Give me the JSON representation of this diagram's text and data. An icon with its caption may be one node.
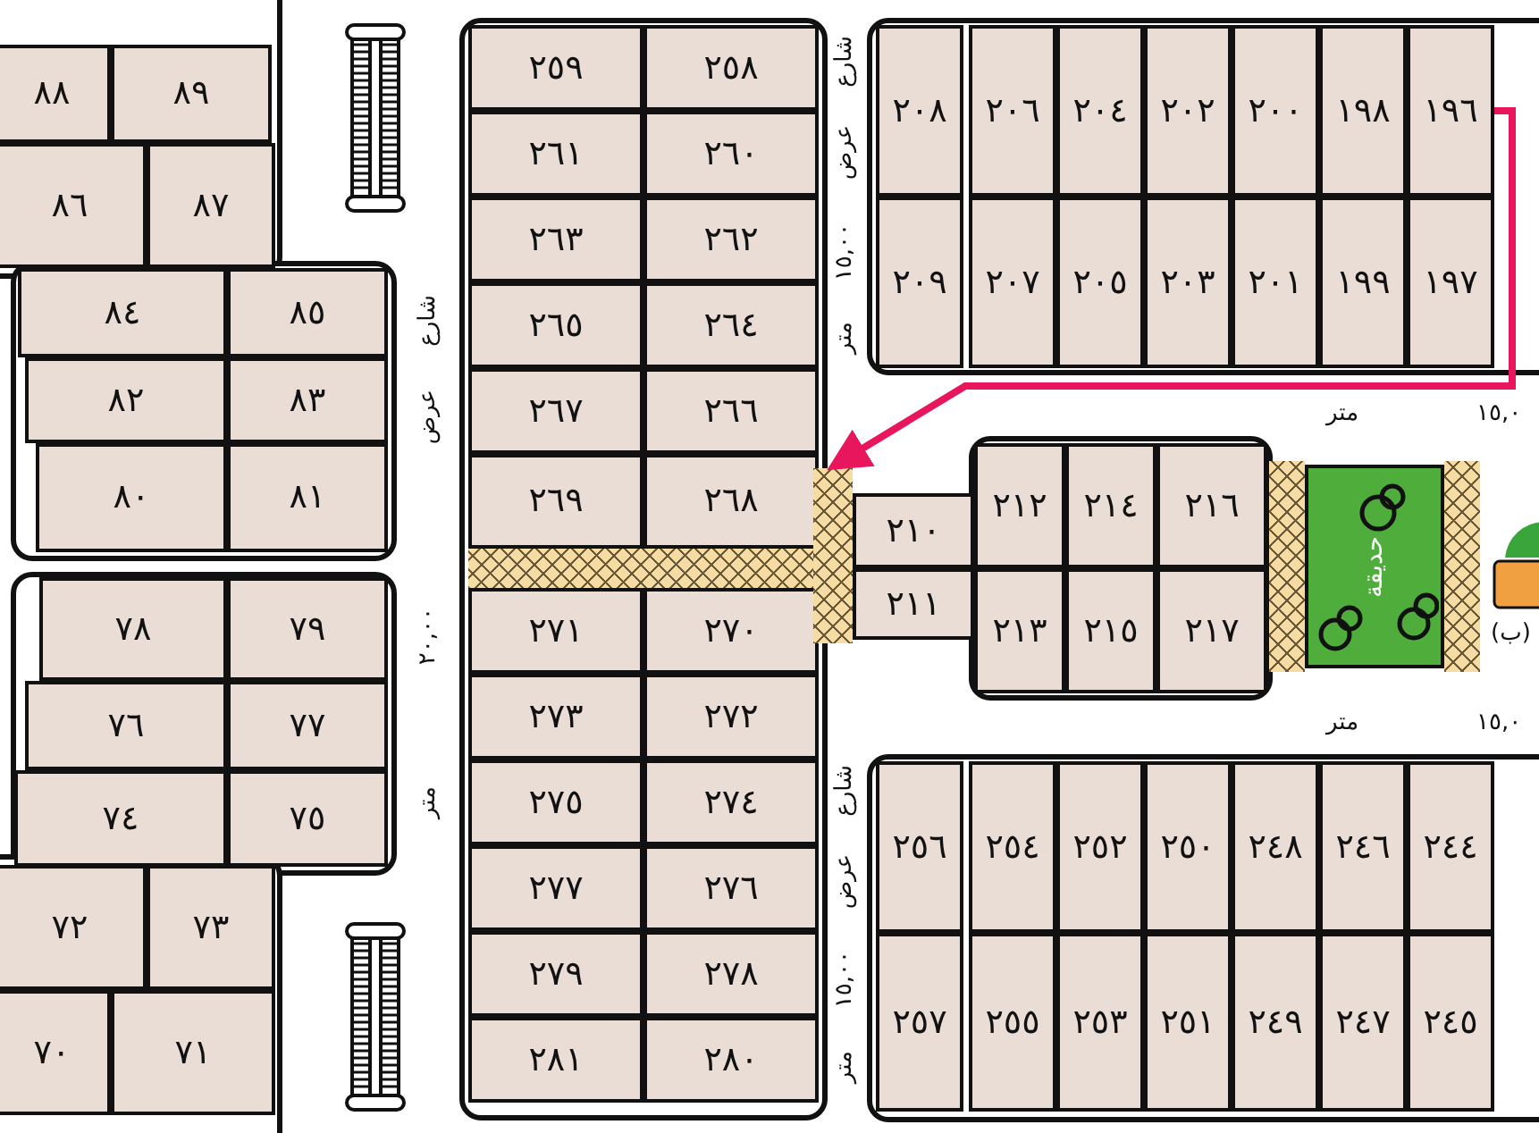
{
  "diagram": {
    "nodes": [
      {
        "text": [
          "٨٩"
        ]
      },
      {
        "text": [
          "٨٨"
        ]
      },
      {
        "text": [
          "٨٧"
        ]
      },
      {
        "text": [
          "٨٦"
        ]
      },
      {
        "text": [
          "٨٥"
        ]
      },
      {
        "text": [
          "٨٤"
        ]
      },
      {
        "text": [
          "٨٣"
        ]
      },
      {
        "text": [
          "٨٢"
        ]
      },
      {
        "text": [
          "٨١"
        ]
      },
      {
        "text": [
          "٨٠"
        ]
      },
      {
        "text": [
          "٧٩"
        ]
      },
      {
        "text": [
          "٧٨"
        ]
      },
      {
        "text": [
          "٧٧"
        ]
      },
      {
        "text": [
          "٧٦"
        ]
      },
      {
        "text": [
          "٧٥"
        ]
      },
      {
        "text": [
          "٧٤"
        ]
      },
      {
        "text": [
          "٧٣"
        ]
      },
      {
        "text": [
          "٧٢"
        ]
      },
      {
        "text": [
          "٧١"
        ]
      },
      {
        "text": [
          "٧٠"
        ]
      },
      {
        "text": [
          "٢٥٨"
        ]
      },
      {
        "text": [
          "٢٥٩"
        ]
      },
      {
        "text": [
          "٢٦٠"
        ]
      },
      {
        "text": [
          "٢٦١"
        ]
      },
      {
        "text": [
          "٢٦٢"
        ]
      },
      {
        "text": [
          "٢٦٣"
        ]
      },
      {
        "text": [
          "٢٦٤"
        ]
      },
      {
        "text": [
          "٢٦٥"
        ]
      },
      {
        "text": [
          "٢٦٦"
        ]
      },
      {
        "text": [
          "٢٦٧"
        ]
      },
      {
        "text": [
          "٢٦٨"
        ]
      },
      {
        "text": [
          "٢٦٩"
        ]
      },
      {
        "text": [
          "٢٧٠"
        ]
      },
      {
        "text": [
          "٢٧١"
        ]
      },
      {
        "text": [
          "٢٧٢"
        ]
      },
      {
        "text": [
          "٢٧٣"
        ]
      },
      {
        "text": [
          "٢٧٤"
        ]
      },
      {
        "text": [
          "٢٧٥"
        ]
      },
      {
        "text": [
          "٢٧٦"
        ]
      },
      {
        "text": [
          "٢٧٧"
        ]
      },
      {
        "text": [
          "٢٧٨"
        ]
      },
      {
        "text": [
          "٢٧٩"
        ]
      },
      {
        "text": [
          "٢٨٠"
        ]
      },
      {
        "text": [
          "٢٨١"
        ]
      },
      {
        "text": [
          "١٩٦"
        ]
      },
      {
        "text": [
          "١٩٨"
        ]
      },
      {
        "text": [
          "٢٠٠"
        ]
      },
      {
        "text": [
          "٢٠٢"
        ]
      },
      {
        "text": [
          "٢٠٤"
        ]
      },
      {
        "text": [
          "٢٠٦"
        ]
      },
      {
        "text": [
          "٢٠٨"
        ]
      },
      {
        "text": [
          "١٩٧"
        ]
      },
      {
        "text": [
          "١٩٩"
        ]
      },
      {
        "text": [
          "٢٠١"
        ]
      },
      {
        "text": [
          "٢٠٣"
        ]
      },
      {
        "text": [
          "٢٠٥"
        ]
      },
      {
        "text": [
          "٢٠٧"
        ]
      },
      {
        "text": [
          "٢٠٩"
        ]
      },
      {
        "text": [],
        "shape": "box"
      },
      {
        "text": [
          "٢١٠"
        ]
      },
      {
        "text": [
          "٢١١"
        ]
      },
      {
        "text": [
          "٢١٦"
        ]
      },
      {
        "text": [
          "٢١٤"
        ]
      },
      {
        "text": [
          "٢١٢"
        ]
      },
      {
        "text": [
          "٢١٧"
        ]
      },
      {
        "text": [
          "٢١٥"
        ]
      },
      {
        "text": [
          "٢١٣"
        ]
      },
      {
        "text": [
          "حديقة"
        ]
      },
      {
        "text": [
          "٢٤٤"
        ]
      },
      {
        "text": [
          "٢٤٦"
        ]
      },
      {
        "text": [
          "٢٤٨"
        ]
      },
      {
        "text": [
          "٢٥٠"
        ]
      },
      {
        "text": [
          "٢٥٢"
        ]
      },
      {
        "text": [
          "٢٥٤"
        ]
      },
      {
        "text": [
          "٢٥٦"
        ]
      },
      {
        "text": [
          "٢٤٥"
        ]
      },
      {
        "text": [
          "٢٤٧"
        ]
      },
      {
        "text": [
          "٢٤٩"
        ]
      },
      {
        "text": [
          "٢٥١"
        ]
      },
      {
        "text": [
          "٢٥٣"
        ]
      },
      {
        "text": [
          "٢٥٥"
        ]
      },
      {
        "text": [
          "٢٥٧"
        ]
      },
      {
        "text": [],
        "shape": "box"
      },
      {
        "text": [],
        "shape": "box"
      },
      {
        "text": [],
        "shape": "box"
      }
    ],
    "edges": [
      {
        "from": 44,
        "to": 58,
        "arrow": "to",
        "color": "#e8175d"
      }
    ],
    "labels": [
      "شارع",
      "عرض",
      "٢٠,٠٠",
      "متر",
      "شارع",
      "عرض",
      "١٥,٠٠",
      "متر",
      "متر",
      "١٥,٠",
      "(ب)",
      "متر",
      "١٥,٠",
      "شارع",
      "عرض",
      "١٥,٠٠",
      "متر"
    ]
  }
}
